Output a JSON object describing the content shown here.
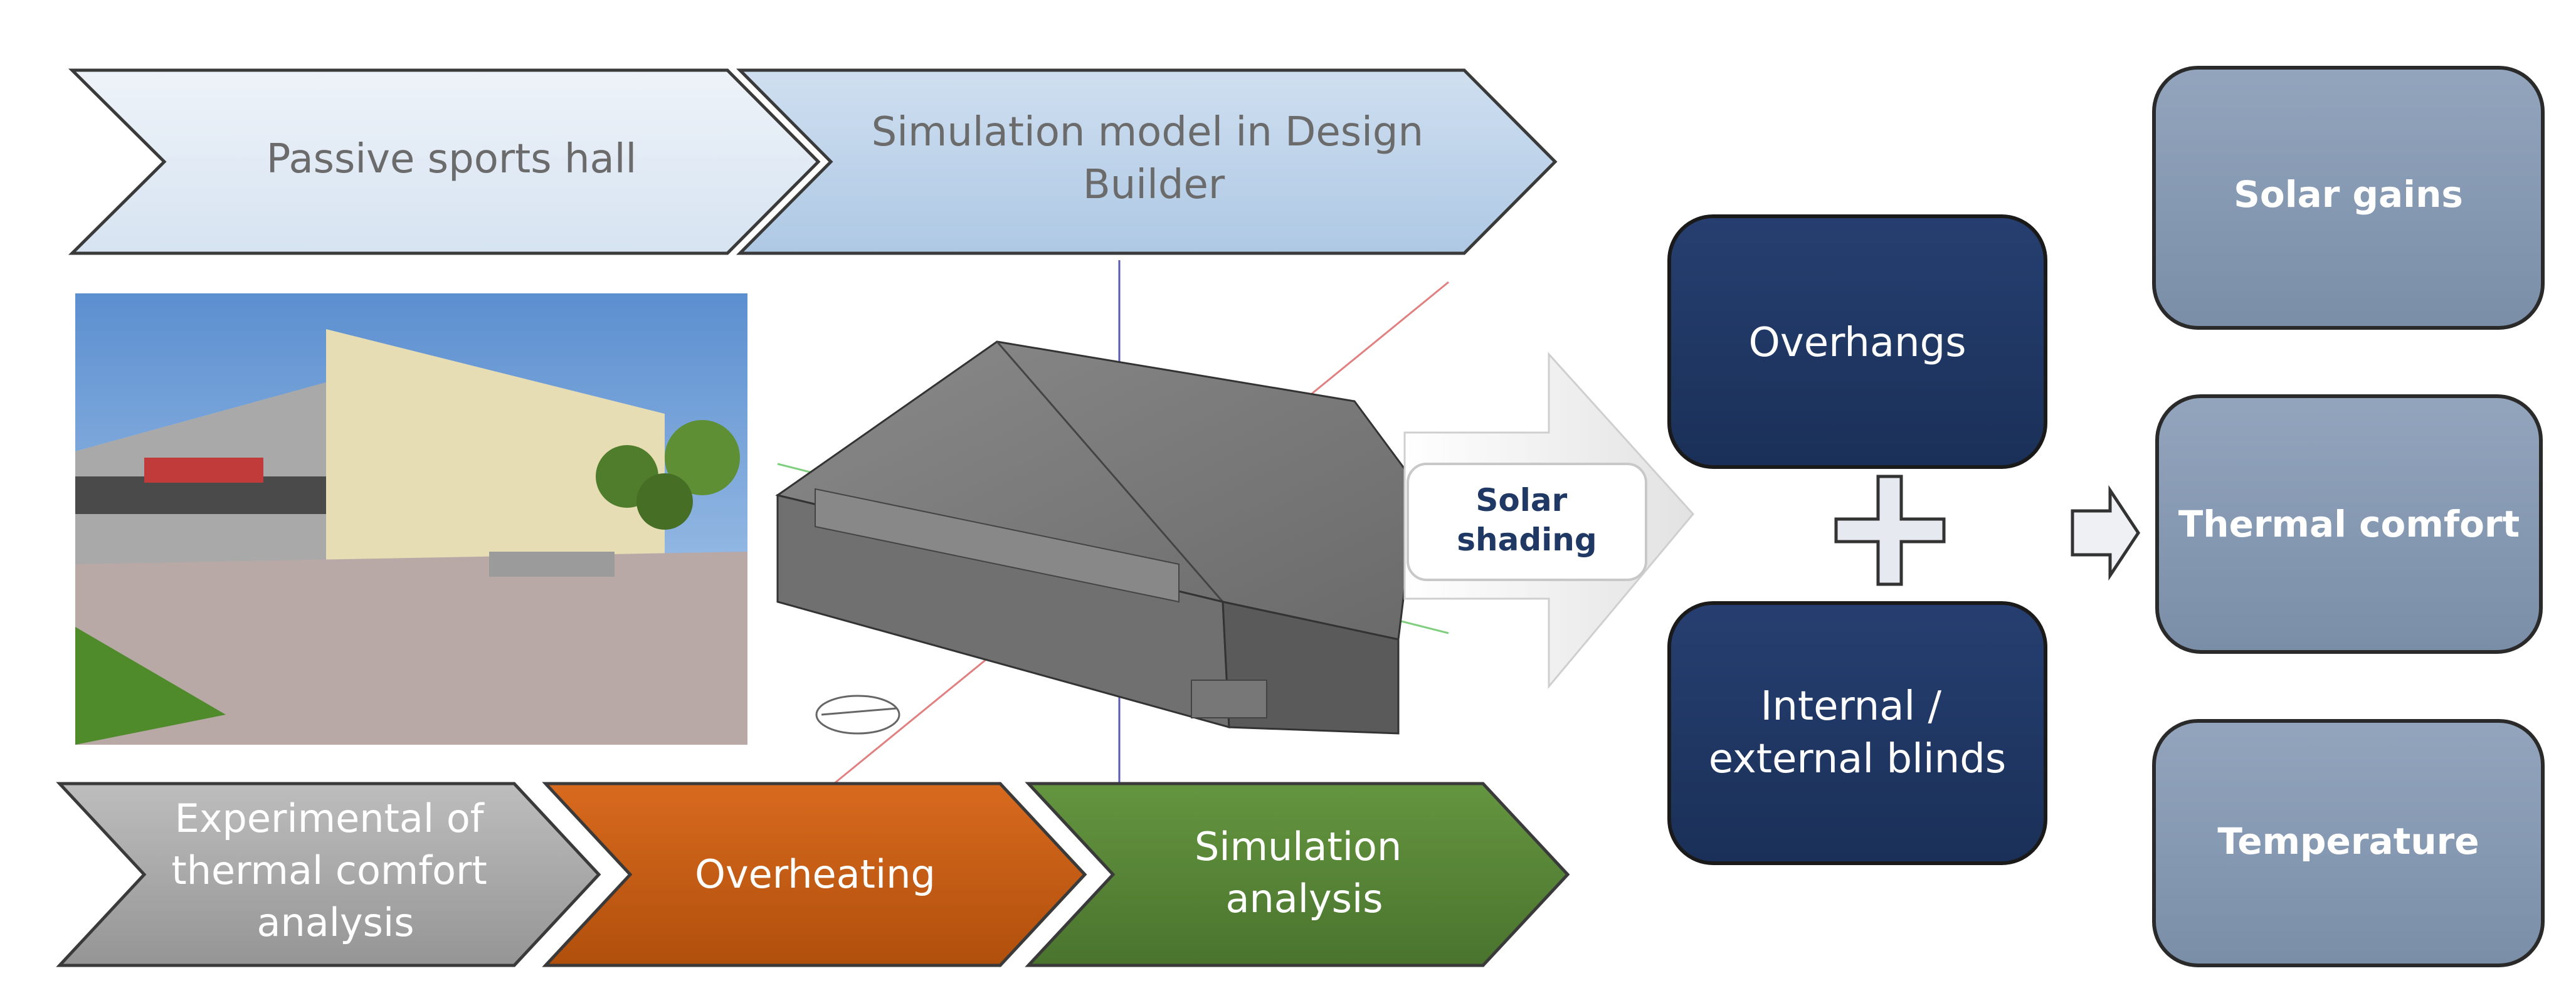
{
  "top_chevrons": [
    {
      "lines": [
        "Passive sports hall"
      ]
    },
    {
      "lines": [
        "Simulation model in Design",
        "Builder"
      ]
    }
  ],
  "bottom_chevrons": [
    {
      "lines": [
        "Experimental of",
        "thermal comfort",
        "analysis"
      ]
    },
    {
      "lines": [
        "Overheating"
      ]
    },
    {
      "lines": [
        "Simulation",
        "analysis"
      ]
    }
  ],
  "solar_shading": {
    "lines": [
      "Solar",
      "shading"
    ]
  },
  "options": [
    {
      "lines": [
        "Overhangs"
      ]
    },
    {
      "lines": [
        "Internal /",
        "external blinds"
      ]
    }
  ],
  "results": [
    {
      "lines": [
        "Solar gains"
      ]
    },
    {
      "lines": [
        "Thermal comfort"
      ]
    },
    {
      "lines": [
        "Temperature"
      ]
    }
  ],
  "colors": {
    "chevron_light": "#dde8f3",
    "chevron_blue": "#bcd3ea",
    "chevron_gray": "#a6a6a6",
    "chevron_orange": "#c55a11",
    "chevron_green": "#548235",
    "option_navy": "#1f3864",
    "result_slate": "#8497b0"
  }
}
